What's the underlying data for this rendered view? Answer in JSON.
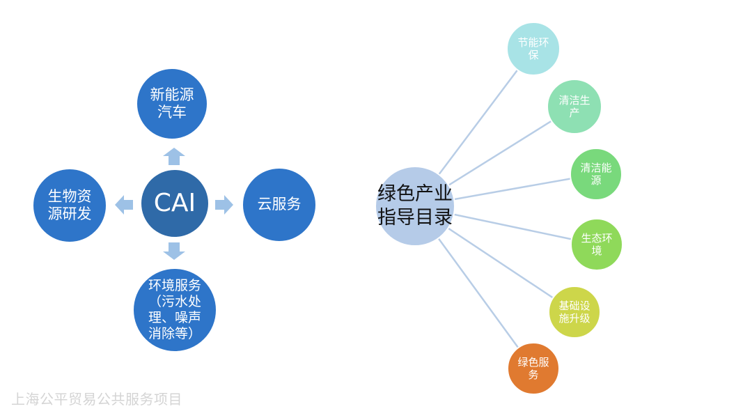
{
  "left_diagram": {
    "center": {
      "label": "CAI",
      "color": "#2f6aa8"
    },
    "top": {
      "label": "新能源\n汽车",
      "color": "#2e75c9"
    },
    "right": {
      "label": "云服务",
      "color": "#2e75c9"
    },
    "left": {
      "label": "生物资\n源研发",
      "color": "#2e75c9"
    },
    "bottom": {
      "label": "环境服务\n（污水处\n理、噪声\n消除等）",
      "color": "#2e75c9"
    },
    "arrow_color": "#9dc1e6"
  },
  "right_diagram": {
    "hub": {
      "label": "绿色产业\n指导目录",
      "color": "#b5cbe8"
    },
    "line_color": "#b8cde6",
    "leaves": [
      {
        "label": "节能环\n保",
        "color": "#a8e3e6"
      },
      {
        "label": "清洁生\n产",
        "color": "#8ee0b3"
      },
      {
        "label": "清洁能\n源",
        "color": "#79d97c"
      },
      {
        "label": "生态环\n境",
        "color": "#8fd95a"
      },
      {
        "label": "基础设\n施升级",
        "color": "#cdd64a"
      },
      {
        "label": "绿色服\n务",
        "color": "#e07a30"
      }
    ]
  },
  "footer": {
    "text": "上海公平贸易公共服务项目"
  }
}
